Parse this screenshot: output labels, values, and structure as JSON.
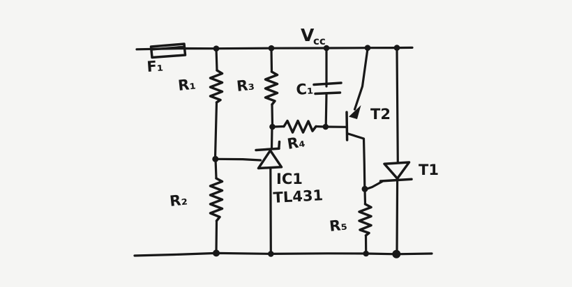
{
  "background": "#f5f5f3",
  "ink": "#181818",
  "labels": {
    "vcc_main": "V",
    "vcc_sub": "cc",
    "fuse": "F₁",
    "r1": "R₁",
    "r2": "R₂",
    "r3": "R₃",
    "r4": "R₄",
    "r5": "R₅",
    "c1": "C₁",
    "ic1_ref": "IC1",
    "ic1_part": "TL431",
    "t1": "T1",
    "t2": "T2"
  },
  "components": [
    {
      "ref": "F₁",
      "kind": "fuse"
    },
    {
      "ref": "R₁",
      "kind": "resistor"
    },
    {
      "ref": "R₂",
      "kind": "resistor"
    },
    {
      "ref": "R₃",
      "kind": "resistor"
    },
    {
      "ref": "R₄",
      "kind": "resistor"
    },
    {
      "ref": "R₅",
      "kind": "resistor"
    },
    {
      "ref": "C₁",
      "kind": "capacitor"
    },
    {
      "ref": "IC1",
      "kind": "shunt-regulator",
      "part": "TL431"
    },
    {
      "ref": "T2",
      "kind": "pnp-transistor"
    },
    {
      "ref": "T1",
      "kind": "thyristor"
    },
    {
      "ref": "Vcc",
      "kind": "supply-rail"
    }
  ]
}
